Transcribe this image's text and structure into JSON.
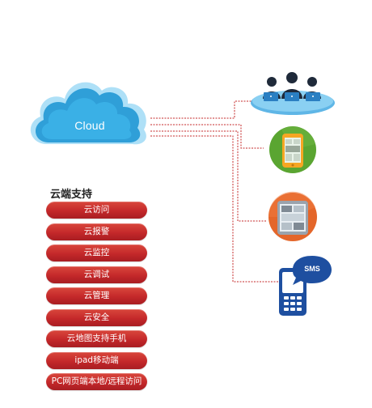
{
  "cloud": {
    "label": "Cloud"
  },
  "section_title": "云端支持",
  "features": [
    "云访问",
    "云报警",
    "云监控",
    "云调试",
    "云管理",
    "云安全",
    "云地图支持手机",
    "ipad移动端",
    "PC网页端本地/远程访问"
  ],
  "endpoints": [
    {
      "icon": "users-group-icon"
    },
    {
      "icon": "smartphone-icon"
    },
    {
      "icon": "tablet-icon"
    },
    {
      "icon": "sms-phone-icon",
      "label": "SMS"
    }
  ],
  "colors": {
    "cloud_blue": "#2f9fd8",
    "cloud_light": "#aee0f7",
    "connector_red": "#c4282a",
    "feature_red": "#c4282a",
    "phone_green": "#5aa531",
    "tablet_orange": "#e4662a",
    "sms_blue": "#1e4fa0"
  }
}
